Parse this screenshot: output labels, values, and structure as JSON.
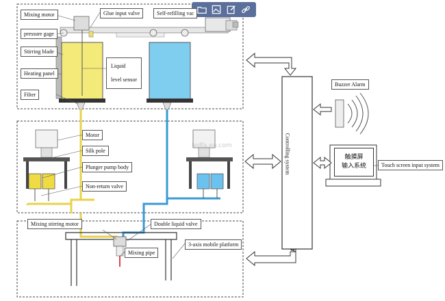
{
  "labels": {
    "mixing_motor": "Mixing motor",
    "glue_input_valve": "Glue input valve",
    "self_refilling_valve": "Self-refilling vac",
    "pressure_gage": "pressure gage",
    "stirring_blade": "Stirring blade",
    "liquid_level_sensor": "Liquid\nlevel sensor",
    "heating_panel": "Heating panel",
    "filter": "Filter",
    "motor": "Motor",
    "silk_pole": "Silk pole",
    "plunger_pump_body": "Plunger pump body",
    "non_return_valve": "Non-return valve",
    "mixing_stirring_motor": "Mixing stirring motor",
    "double_liquid_valve": "Double liquid valve",
    "mixing_pipe": "Mixing pipe",
    "mobile_platform": "3-axis mobile platform",
    "controlling_system": "Controlling system",
    "buzzer_alarm": "Buzzer Alarm",
    "touch_screen_input": "Touch screen input system",
    "touch_screen_cn_line1": "触摸屏",
    "touch_screen_cn_line2": "输入系统",
    "watermark": "ledfa.en.com"
  },
  "toolbar": {
    "icons": [
      "folder-icon",
      "image-icon",
      "edit-icon",
      "link-icon"
    ]
  },
  "colors": {
    "tank_yellow": "#f3ea7a",
    "tank_blue": "#7fcef0",
    "pipe_yellow": "#e8d24a",
    "pipe_blue": "#3a9ad4",
    "toolbar_bg": "#5b6f9b"
  }
}
